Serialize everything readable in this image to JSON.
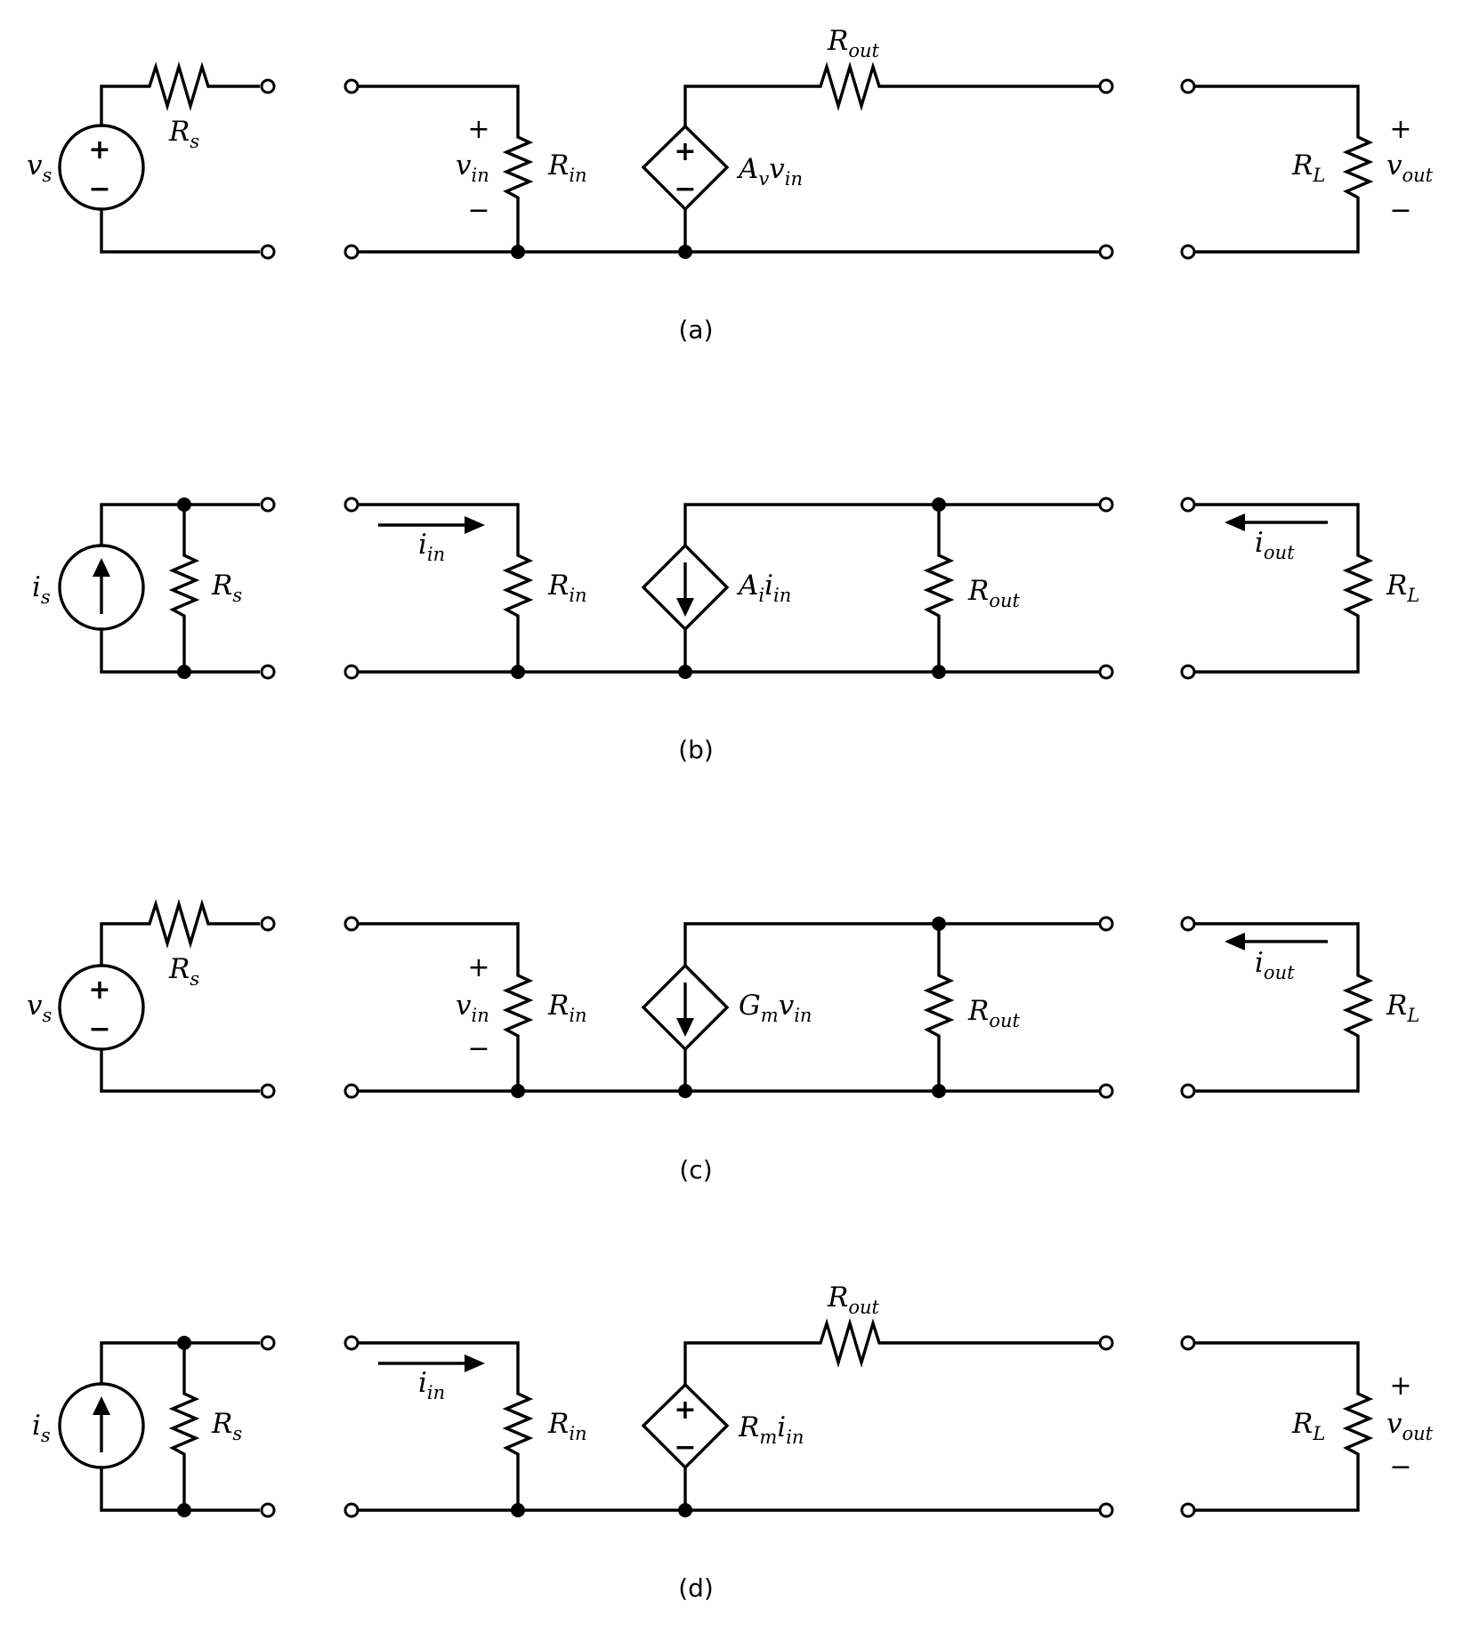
{
  "captions": {
    "a": "(a)",
    "b": "(b)",
    "c": "(c)",
    "d": "(d)"
  },
  "signs": {
    "plus": "+",
    "minus": "−"
  },
  "labels": {
    "a": {
      "vs": {
        "base": "v",
        "sub": "s"
      },
      "Rs": {
        "base": "R",
        "sub": "s"
      },
      "vin": {
        "base": "v",
        "sub": "in"
      },
      "Rin": {
        "base": "R",
        "sub": "in"
      },
      "Rout": {
        "base": "R",
        "sub": "out"
      },
      "gain": {
        "p1": "A",
        "s1": "v",
        "p2": "v",
        "s2": "in"
      },
      "RL": {
        "base": "R",
        "sub": "L"
      },
      "vout": {
        "base": "v",
        "sub": "out"
      }
    },
    "b": {
      "is": {
        "base": "i",
        "sub": "s"
      },
      "Rs": {
        "base": "R",
        "sub": "s"
      },
      "iin": {
        "base": "i",
        "sub": "in"
      },
      "Rin": {
        "base": "R",
        "sub": "in"
      },
      "gain": {
        "p1": "A",
        "s1": "i",
        "p2": "i",
        "s2": "in"
      },
      "Rout": {
        "base": "R",
        "sub": "out"
      },
      "iout": {
        "base": "i",
        "sub": "out"
      },
      "RL": {
        "base": "R",
        "sub": "L"
      }
    },
    "c": {
      "vs": {
        "base": "v",
        "sub": "s"
      },
      "Rs": {
        "base": "R",
        "sub": "s"
      },
      "vin": {
        "base": "v",
        "sub": "in"
      },
      "Rin": {
        "base": "R",
        "sub": "in"
      },
      "gain": {
        "p1": "G",
        "s1": "m",
        "p2": "v",
        "s2": "in"
      },
      "Rout": {
        "base": "R",
        "sub": "out"
      },
      "iout": {
        "base": "i",
        "sub": "out"
      },
      "RL": {
        "base": "R",
        "sub": "L"
      }
    },
    "d": {
      "is": {
        "base": "i",
        "sub": "s"
      },
      "Rs": {
        "base": "R",
        "sub": "s"
      },
      "iin": {
        "base": "i",
        "sub": "in"
      },
      "Rin": {
        "base": "R",
        "sub": "in"
      },
      "Rout": {
        "base": "R",
        "sub": "out"
      },
      "gain": {
        "p1": "R",
        "s1": "m",
        "p2": "i",
        "s2": "in"
      },
      "RL": {
        "base": "R",
        "sub": "L"
      },
      "vout": {
        "base": "v",
        "sub": "out"
      }
    }
  }
}
